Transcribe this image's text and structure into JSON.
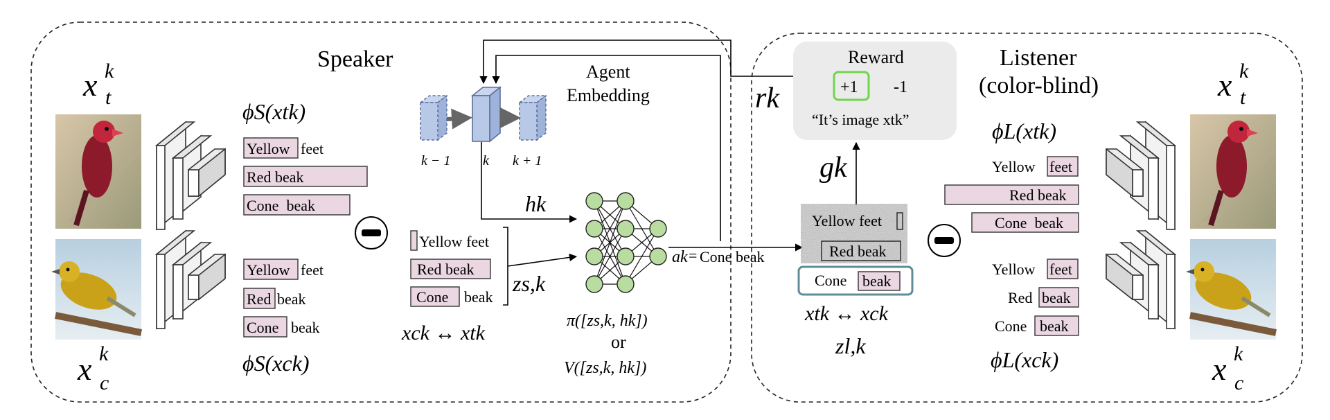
{
  "speaker": {
    "title": "Speaker",
    "xt": {
      "base": "x",
      "sub": "t",
      "sup": "k"
    },
    "xc": {
      "base": "x",
      "sub": "c",
      "sup": "k"
    },
    "phi_t": "ϕS(xtk)",
    "phi_c": "ϕS(xck)",
    "feats_t": [
      {
        "attr": "Yellow",
        "rest": "feet"
      },
      {
        "attr": "Red beak",
        "rest": ""
      },
      {
        "attr": "Cone  beak",
        "rest": ""
      }
    ],
    "feats_c": [
      {
        "attr": "Yellow",
        "rest": "feet"
      },
      {
        "attr": "Red",
        "rest": "beak"
      },
      {
        "attr": "Cone",
        "rest": "beak"
      }
    ],
    "zs_list": [
      {
        "attr": "",
        "rest": "Yellow feet"
      },
      {
        "attr": "Red beak",
        "rest": ""
      },
      {
        "attr": "Cone",
        "rest": "beak"
      }
    ],
    "zs_label": "zs,k",
    "swap_label": "xck ↔ xtk",
    "pi_label": "π([zs,k, hk])",
    "or_label": "or",
    "v_label": "V([zs,k, hk])",
    "h_label": "hk"
  },
  "agent_embedding": {
    "title_line1": "Agent",
    "title_line2": "Embedding",
    "labels": [
      "k − 1",
      "k",
      "k + 1"
    ]
  },
  "message": {
    "a_var": "ak",
    "equals": "=",
    "value": "Cone beak"
  },
  "reward": {
    "title": "Reward",
    "pos": "+1",
    "neg": "-1",
    "quote": "“It’s image xtk”",
    "r_label": "rk"
  },
  "listener": {
    "title_line1": "Listener",
    "title_line2": "(color-blind)",
    "g_label": "gk",
    "noisy_feats": [
      "Yellow feet",
      "Red beak"
    ],
    "cone_box": {
      "plain": "Cone",
      "boxed": "beak"
    },
    "swap_label": "xtk ↔ xck",
    "zl_label": "zl,k",
    "phi_t": "ϕL(xtk)",
    "phi_c": "ϕL(xck)",
    "feats_t": [
      {
        "plain": "Yellow",
        "boxed": "feet"
      },
      {
        "plain": "",
        "boxed": "Red beak"
      },
      {
        "plain": "",
        "boxed": "Cone  beak"
      }
    ],
    "feats_c": [
      {
        "plain": "Yellow",
        "boxed": "feet"
      },
      {
        "plain": "Red",
        "boxed": "beak"
      },
      {
        "plain": "Cone",
        "boxed": "beak"
      }
    ]
  },
  "colors": {
    "attr_fill": "#ead7e2",
    "cube_fill": "#b8c9e8",
    "cube_stroke": "#5b6f9a",
    "node_fill": "#b9dca0",
    "reward_bg": "#ebebeb",
    "reward_green": "#6fd64a",
    "cone_box_stroke": "#5f8c96",
    "noise": "#8c8c8c"
  }
}
